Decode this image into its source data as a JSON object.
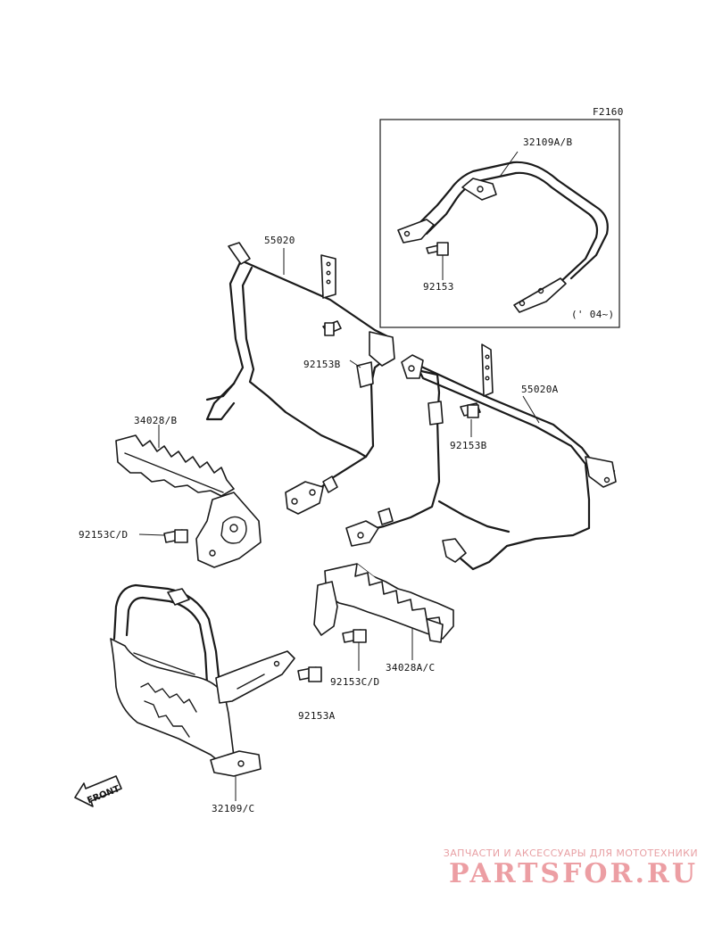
{
  "figure_code": "F2160",
  "year_note": "(' 04~)",
  "front_label": "FRONT",
  "callouts": {
    "guard_rear": "32109A/B",
    "bolt_inset": "92153",
    "frame_left": "55020",
    "bolt_left": "92153B",
    "frame_right": "55020A",
    "bolt_right": "92153B",
    "step_left": "34028/B",
    "bolt_step_left": "92153C/D",
    "step_right": "34028A/C",
    "bolt_step_right": "92153C/D",
    "bolt_front": "92153A",
    "guard_front": "32109/C"
  },
  "watermark": {
    "tagline": "ЗАПЧАСТИ И АКСЕССУАРЫ ДЛЯ МОТОТЕХНИКИ",
    "logo": "PARTSFOR.RU"
  },
  "colors": {
    "ink": "#1a1a1a",
    "watermark": "#ec9ea3"
  }
}
